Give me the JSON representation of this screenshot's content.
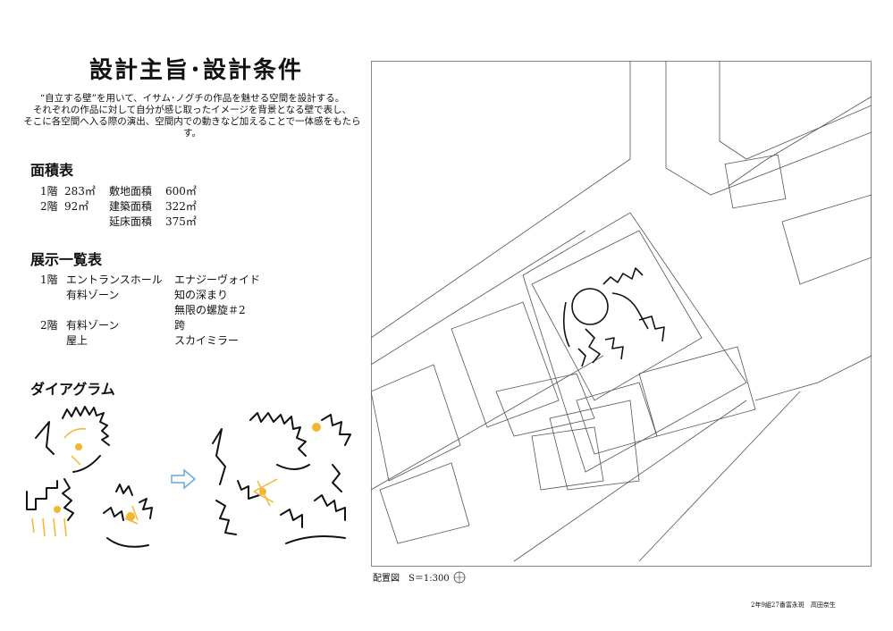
{
  "title": "設計主旨･設計条件",
  "intro": [
    "“自立する壁”を用いて、イサム･ノグチの作品を魅せる空間を設計する。",
    "それぞれの作品に対して自分が感じ取ったイメージを背景となる壁で表し、",
    "そこに各空間へ入る際の演出、空間内での動きなど加えることで一体感をもたらす。"
  ],
  "area_table": {
    "heading": "面積表",
    "rows": [
      {
        "floor": "1階",
        "floor_area": "283㎡",
        "label": "敷地面積",
        "value": "600㎡"
      },
      {
        "floor": "2階",
        "floor_area": "92㎡",
        "label": "建築面積",
        "value": "322㎡"
      },
      {
        "floor": "",
        "floor_area": "",
        "label": "延床面積",
        "value": "375㎡"
      }
    ]
  },
  "exhibit_table": {
    "heading": "展示一覧表",
    "rows": [
      {
        "floor": "1階",
        "space": "エントランスホール",
        "work": "エナジーヴォイド"
      },
      {
        "floor": "",
        "space": "有料ゾーン",
        "work": "知の深まり"
      },
      {
        "floor": "",
        "space": "",
        "work": "無限の螺旋＃2"
      },
      {
        "floor": "2階",
        "space": "有料ゾーン",
        "work": "跨"
      },
      {
        "floor": "",
        "space": "屋上",
        "work": "スカイミラー"
      }
    ]
  },
  "diagram": {
    "heading": "ダイアグラム",
    "accent_color": "#f2b632",
    "arrow_color": "#6aa8d8"
  },
  "site_plan": {
    "caption": "配置図",
    "scale": "S＝1:300"
  },
  "author": "2年9組27番富永斑　高田奈生"
}
